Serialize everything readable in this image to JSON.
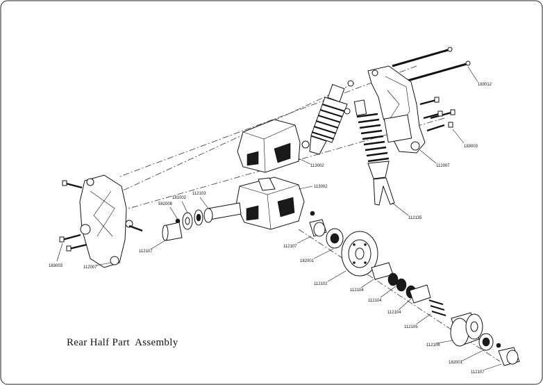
{
  "diagram": {
    "title": "Rear Half Part  Assembly",
    "labels": {
      "l183012": "183012",
      "l113002_top": "113002",
      "l112007_right": "112007",
      "l183003_right": "183003",
      "l112135": "112135",
      "l113002_mid": "113002",
      "l181002": "181002",
      "l112103": "112103",
      "l582008": "582008",
      "l112107_left": "112107",
      "l183003_left": "183003",
      "l112007_left": "112007",
      "l112107_center": "112107",
      "l182001_center": "182001",
      "l112102": "112102",
      "l112104_a": "112104",
      "l112104_b": "112104",
      "l112104_c": "112104",
      "l112105": "112105",
      "l112106": "112106",
      "l182001_right": "182001",
      "l112107_right": "112107"
    }
  }
}
